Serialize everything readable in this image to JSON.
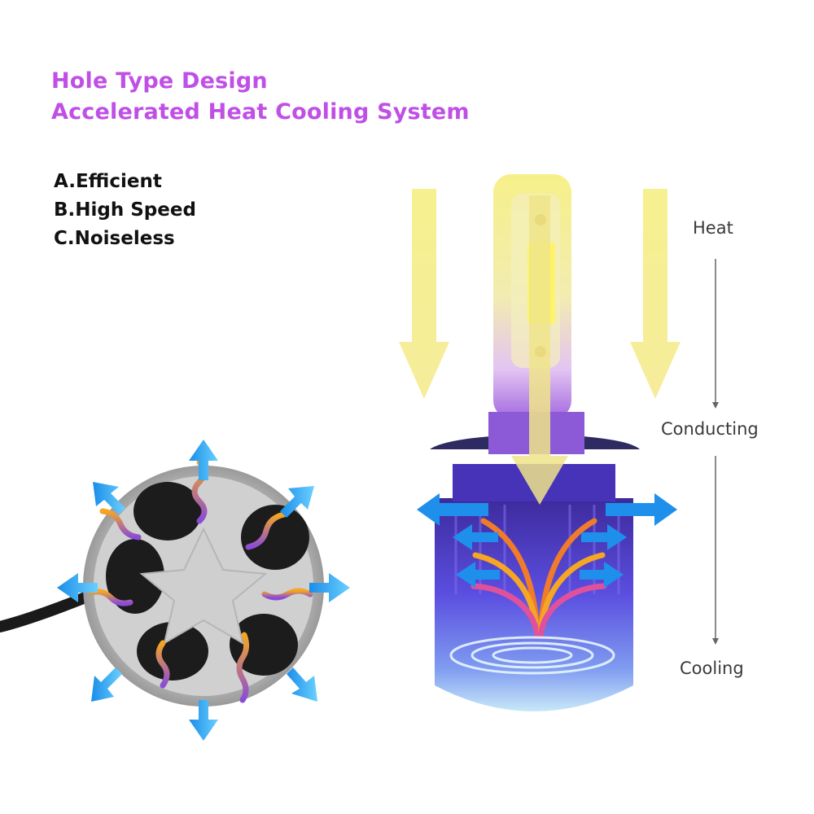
{
  "header": {
    "line1": "Hole Type Design",
    "line2": "Accelerated Heat Cooling System",
    "color": "#c04fe6"
  },
  "features": [
    {
      "label": "A.Efficient"
    },
    {
      "label": "B.High Speed"
    },
    {
      "label": "C.Noiseless"
    }
  ],
  "process": {
    "heat": "Heat",
    "conducting": "Conducting",
    "cooling": "Cooling"
  },
  "colors": {
    "heat_arrow": "#f4ec8c",
    "cool_arrow": "#2b8fe6",
    "bulb_body": "#5a45d8",
    "housing": "#bdbdbd"
  },
  "icons": [
    "heat-flow-arrow-icon",
    "airflow-arrow-icon",
    "fan-icon"
  ]
}
